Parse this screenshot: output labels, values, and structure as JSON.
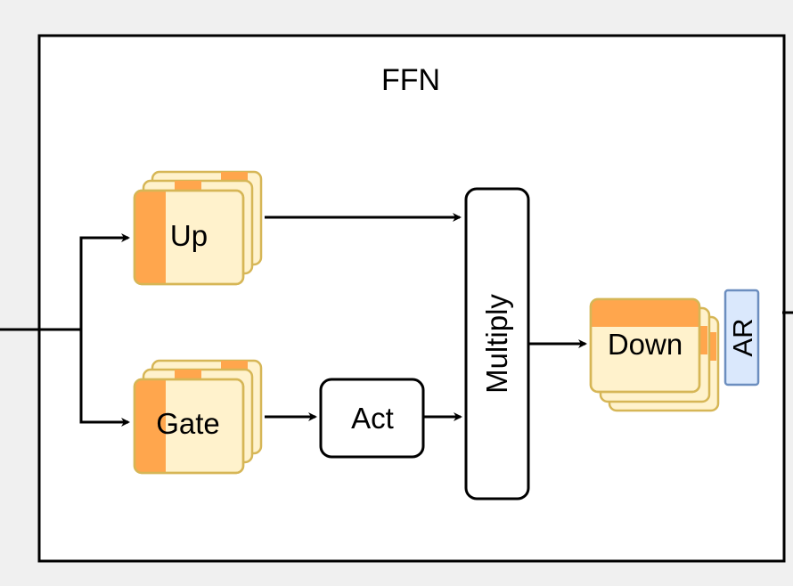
{
  "diagram": {
    "title": "FFN",
    "nodes": {
      "up": {
        "label": "Up"
      },
      "gate": {
        "label": "Gate"
      },
      "act": {
        "label": "Act"
      },
      "multiply": {
        "label": "Multiply"
      },
      "down": {
        "label": "Down"
      },
      "ar": {
        "label": "AR"
      }
    },
    "edges": [
      {
        "from": "input",
        "to": "up"
      },
      {
        "from": "input",
        "to": "gate"
      },
      {
        "from": "up",
        "to": "multiply"
      },
      {
        "from": "gate",
        "to": "act"
      },
      {
        "from": "act",
        "to": "multiply"
      },
      {
        "from": "multiply",
        "to": "down"
      },
      {
        "from": "down",
        "to": "output"
      }
    ]
  },
  "colors": {
    "background": "#f0f0f0",
    "container_fill": "#ffffff",
    "stroke": "#000000",
    "weight_fill": "#fff2cc",
    "weight_stroke": "#d6b656",
    "weight_accent": "#ffa64d",
    "ar_fill": "#dae8fc",
    "ar_stroke": "#6c8ebf"
  }
}
